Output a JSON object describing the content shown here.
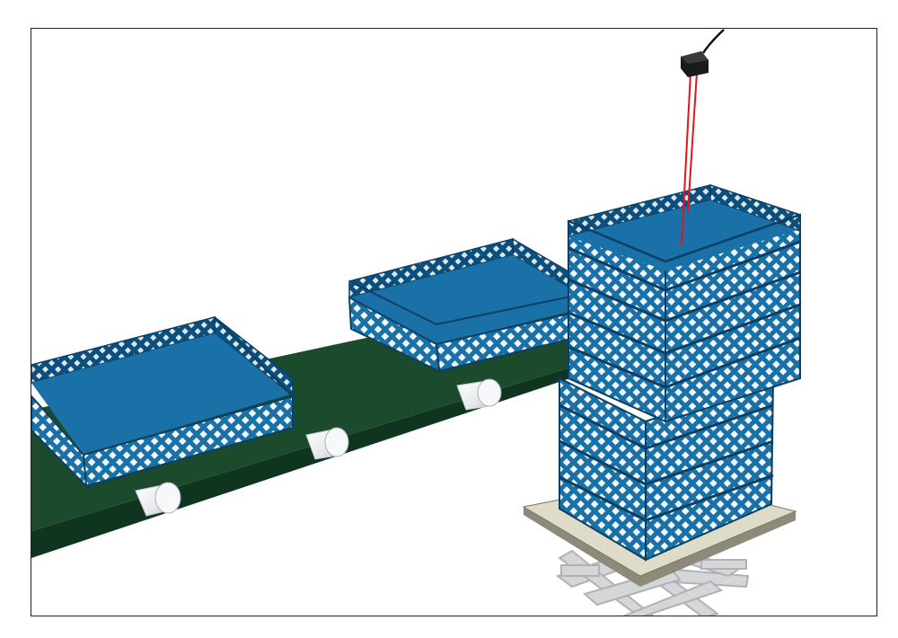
{
  "colors": {
    "background": "#ffffff",
    "frame_border": "#222222",
    "belt_top": "#1b4a2d",
    "belt_side": "#0f3520",
    "roller": "#e9ecef",
    "crate_blue": "#1a71a8",
    "crate_dark": "#0d4f7c",
    "crate_hole": "#f4f8fb",
    "pallet_top": "#dedbc8",
    "pallet_side": "#8e8a79",
    "lift_metal": "#d4d6d8",
    "sensor_body": "#1a1a1a",
    "laser": "#e0161d"
  },
  "icons": {
    "conveyor": "conveyor-belt",
    "sensor": "laser-distance-sensor",
    "lift": "scissor-lift-table"
  },
  "scene": {
    "conveyor_crate_count": 2,
    "stack_crate_count": 9,
    "roller_count": 4
  }
}
